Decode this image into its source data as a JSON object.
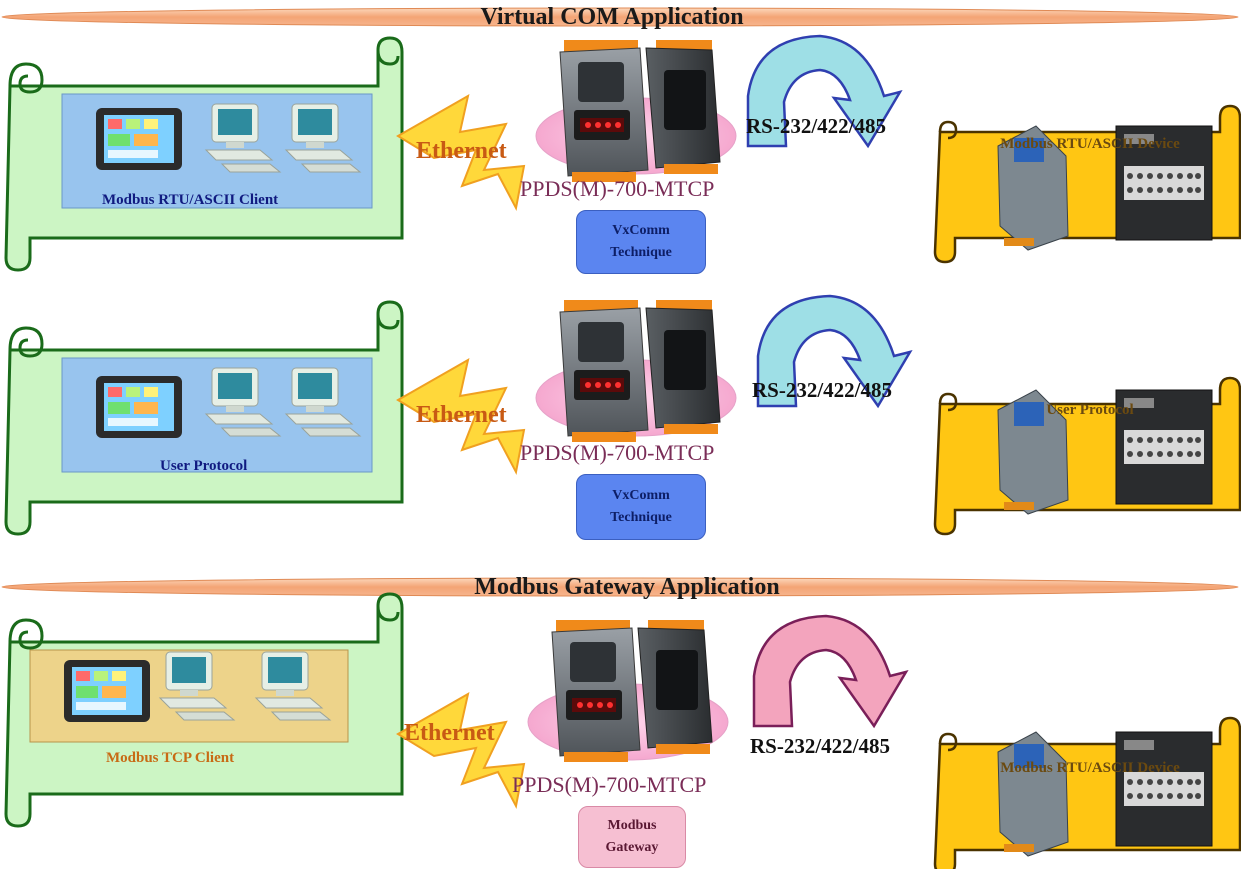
{
  "banners": {
    "top": "Virtual COM Application",
    "middle": "Modbus Gateway Application"
  },
  "rows": [
    {
      "client_label": "Modbus RTU/ASCII Client",
      "ethernet": "Ethernet",
      "model": "PPDS(M)-700-MTCP",
      "technique": [
        "VxComm",
        "Technique"
      ],
      "serial": "RS-232/422/485",
      "device_label": "Modbus RTU/ASCII Device"
    },
    {
      "client_label": "User Protocol",
      "ethernet": "Ethernet",
      "model": "PPDS(M)-700-MTCP",
      "technique": [
        "VxComm",
        "Technique"
      ],
      "serial": "RS-232/422/485",
      "device_label": "User Protocol"
    },
    {
      "client_label": "Modbus TCP Client",
      "ethernet": "Ethernet",
      "model": "PPDS(M)-700-MTCP",
      "technique": [
        "Modbus",
        "Gateway"
      ],
      "serial": "RS-232/422/485",
      "device_label": "Modbus RTU/ASCII Device"
    }
  ],
  "colors": {
    "banner": "#f7b98a",
    "scroll_fill": "#ccf5c4",
    "scroll_stroke": "#1a6b1a",
    "panel_blue": "#98c4ee",
    "panel_tan": "#edd38a",
    "device_scroll": "#ffc613",
    "arrow_blue": "#9edfe6",
    "arrow_pink": "#f3a4bd",
    "lightning": "#ffd83a"
  }
}
